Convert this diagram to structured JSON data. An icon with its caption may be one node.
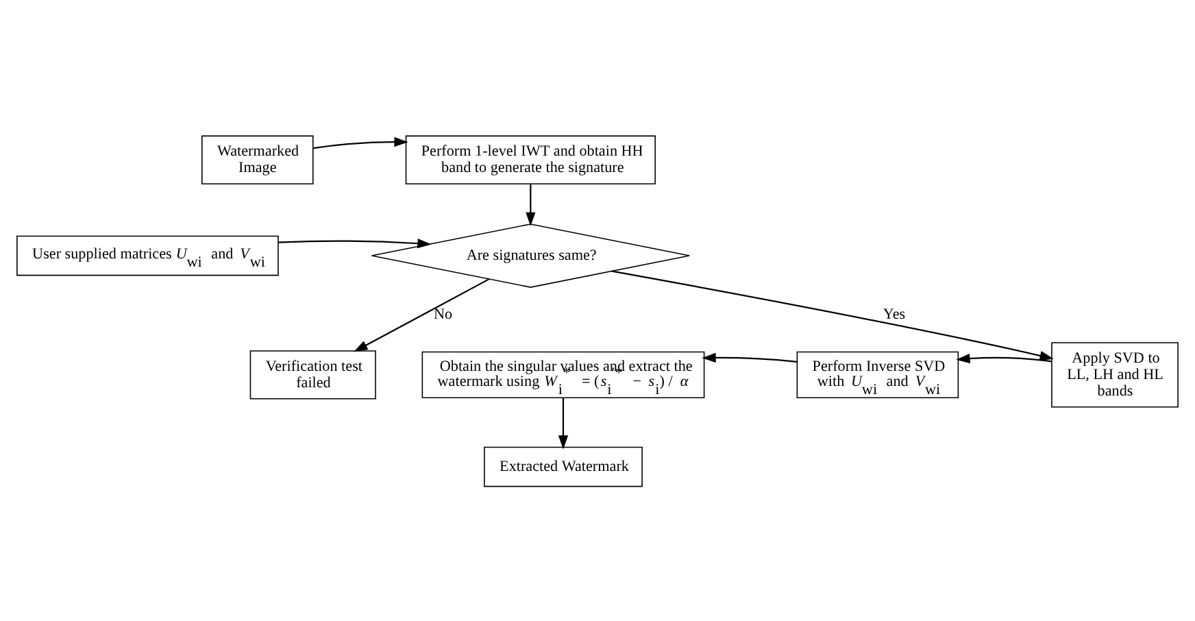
{
  "diagram": {
    "nodes": [
      {
        "text": [
          "Watermarked Image"
        ]
      },
      {
        "text": [
          "Perform 1-level IWT and obtain HH band to generate the signature"
        ]
      },
      {
        "text": [
          "User supplied matrices *U*$_{wi}$ and *V*$_{wi}$"
        ]
      },
      {
        "text": [
          "Are signatures same?"
        ]
      },
      {
        "text": [
          "Verification test failed"
        ]
      },
      {
        "text": [
          "Extracted Watermark"
        ]
      },
      {
        "text": [
          "Obtain the singular values and extract the watermark using *W*$_{i}$$^{*}$ = (*s*$_{i}$$^{′*}$ − *s*$_{i}$) / *α*"
        ]
      },
      {
        "text": [
          "Perform Inverse SVD with *U*$_{wi}$ and *V*$_{wi}$"
        ]
      },
      {
        "text": [
          "Apply SVD to LL, LH and HL bands"
        ]
      }
    ],
    "edges": [
      {
        "from": 0,
        "to": 1,
        "arrow": "to"
      },
      {
        "from": 1,
        "to": 3,
        "arrow": "to"
      },
      {
        "from": 2,
        "to": 3,
        "arrow": "to"
      },
      {
        "from": 3,
        "to": 4,
        "arrow": "to",
        "label": "No"
      },
      {
        "from": 3,
        "to": 8,
        "arrow": "to",
        "label": "Yes"
      },
      {
        "from": 8,
        "to": 7,
        "arrow": "to"
      },
      {
        "from": 7,
        "to": 6,
        "arrow": "to"
      },
      {
        "from": 6,
        "to": 5,
        "arrow": "to"
      }
    ]
  }
}
